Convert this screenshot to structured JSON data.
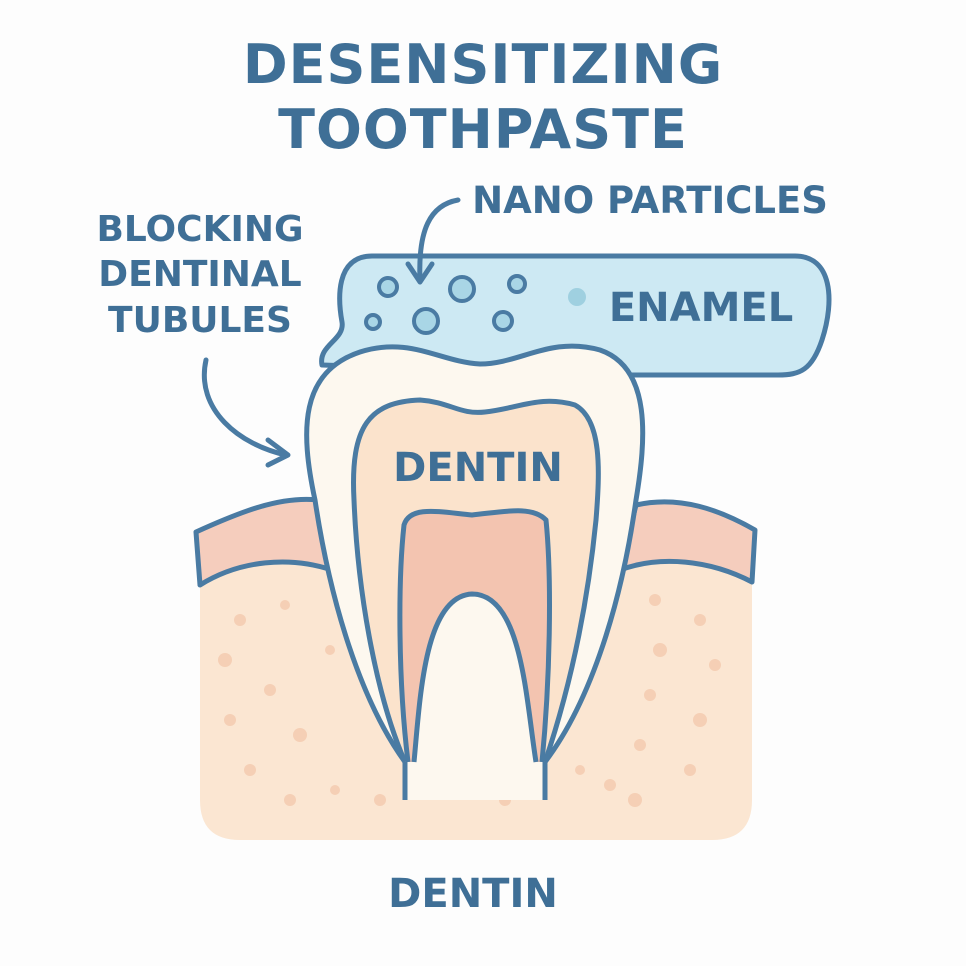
{
  "title": {
    "line1": "DESENSITIZING",
    "line2": "TOOTHPASTE"
  },
  "labels": {
    "nano_particles": "NANO PARTICLES",
    "blocking": [
      "BLOCKING",
      "DENTINAL",
      "TUBULES"
    ],
    "enamel": "ENAMEL",
    "dentin_inner": "DENTIN",
    "dentin_bottom": "DENTIN"
  },
  "colors": {
    "stroke": "#4a7ba3",
    "text": "#3f6f96",
    "enamel": "#cde9f3",
    "tooth": "#fdf8ef",
    "dentin": "#fbe3cc",
    "pulp": "#f3c4b0",
    "gum": "#f5cdbd",
    "bone": "#fbe6d2"
  }
}
